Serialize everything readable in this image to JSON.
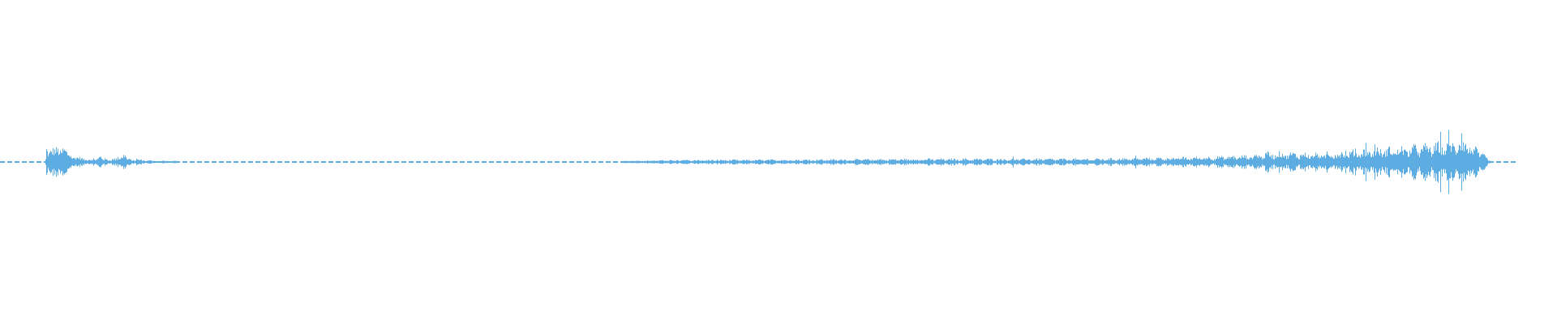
{
  "waveform": {
    "color": "#5dade2",
    "background": "#ffffff",
    "envelope": [
      [
        0.0,
        0.005
      ],
      [
        0.029,
        0.005
      ],
      [
        0.03,
        0.1
      ],
      [
        0.035,
        0.08
      ],
      [
        0.04,
        0.11
      ],
      [
        0.043,
        0.06
      ],
      [
        0.05,
        0.03
      ],
      [
        0.06,
        0.015
      ],
      [
        0.064,
        0.045
      ],
      [
        0.066,
        0.02
      ],
      [
        0.075,
        0.02
      ],
      [
        0.08,
        0.065
      ],
      [
        0.081,
        0.02
      ],
      [
        0.09,
        0.015
      ],
      [
        0.1,
        0.008
      ],
      [
        0.12,
        0.005
      ],
      [
        0.3,
        0.005
      ],
      [
        0.4,
        0.006
      ],
      [
        0.42,
        0.012
      ],
      [
        0.5,
        0.015
      ],
      [
        0.6,
        0.02
      ],
      [
        0.7,
        0.02
      ],
      [
        0.77,
        0.03
      ],
      [
        0.8,
        0.04
      ],
      [
        0.82,
        0.06
      ],
      [
        0.85,
        0.05
      ],
      [
        0.88,
        0.08
      ],
      [
        0.9,
        0.09
      ],
      [
        0.93,
        0.12
      ],
      [
        0.94,
        0.14
      ],
      [
        0.945,
        0.1
      ],
      [
        0.952,
        0.06
      ],
      [
        0.956,
        0.01
      ],
      [
        0.958,
        0.005
      ],
      [
        0.973,
        0.005
      ],
      [
        0.974,
        0.0
      ],
      [
        1.0,
        0.0
      ]
    ]
  }
}
